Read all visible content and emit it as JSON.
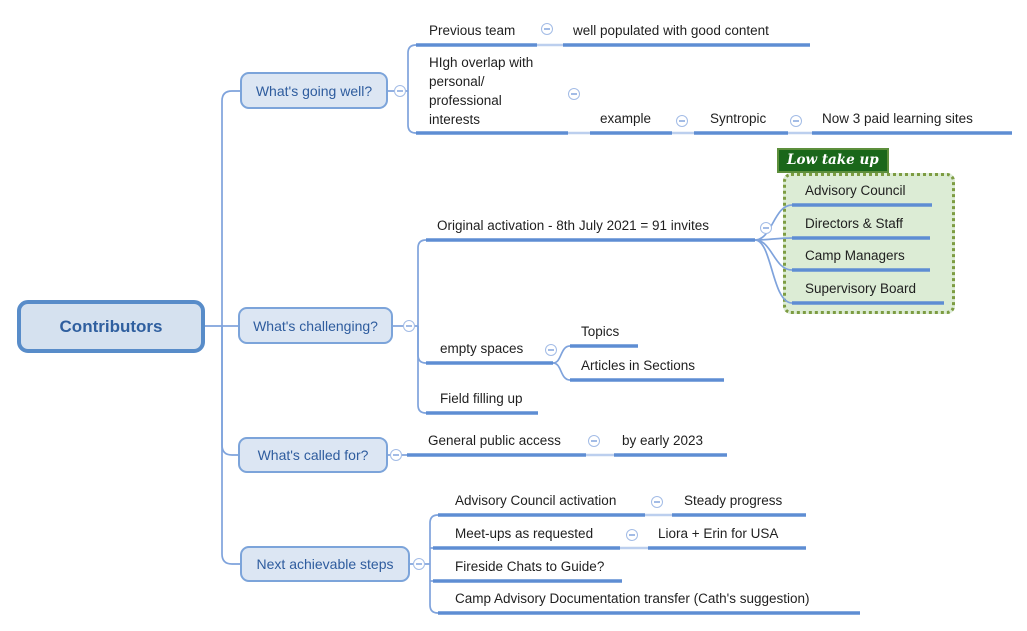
{
  "root": {
    "label": "Contributors"
  },
  "branches": {
    "going_well": {
      "label": "What's going well?",
      "children": {
        "previous_team": "Previous team",
        "well_populated": "well populated with good content",
        "high_overlap": "HIgh overlap with\npersonal/\nprofessional\ninterests",
        "example": "example",
        "syntropic": "Syntropic",
        "now_3_paid": "Now 3 paid learning sites"
      }
    },
    "challenging": {
      "label": "What's challenging?",
      "children": {
        "original_activation": "Original activation - 8th July 2021 = 91 invites",
        "group_label": "Low take up",
        "group_items": [
          "Advisory Council",
          "Directors & Staff",
          "Camp Managers",
          "Supervisory Board"
        ],
        "empty_spaces": "empty spaces",
        "topics": "Topics",
        "articles": "Articles in Sections",
        "field_filling": "Field filling up"
      }
    },
    "called_for": {
      "label": "What's called for?",
      "children": {
        "general_public": "General public access",
        "by_early_2023": "by early 2023"
      }
    },
    "next_steps": {
      "label": "Next achievable steps",
      "children": {
        "advisory_activation": "Advisory Council activation",
        "steady_progress": "Steady progress",
        "meetups": "Meet-ups as requested",
        "liora": "Liora + Erin for USA",
        "fireside": "Fireside Chats to Guide?",
        "camp_advisory": "Camp Advisory Documentation transfer (Cath's suggestion)"
      }
    }
  },
  "icons": {
    "collapse": "minus-circle"
  },
  "colors": {
    "underline_blue": "#5e8dd3",
    "connector_blue": "#7fa3dc",
    "node_fill": "#dce6f3",
    "node_border": "#7ca4da",
    "node_text": "#2e5c9e",
    "root_border": "#588cc9",
    "group_fill": "#dcecd5",
    "group_border": "#7d9c42",
    "group_label_bg": "#1a671a",
    "group_label_text": "#ffffff",
    "topic_text": "#1f1f1f"
  }
}
